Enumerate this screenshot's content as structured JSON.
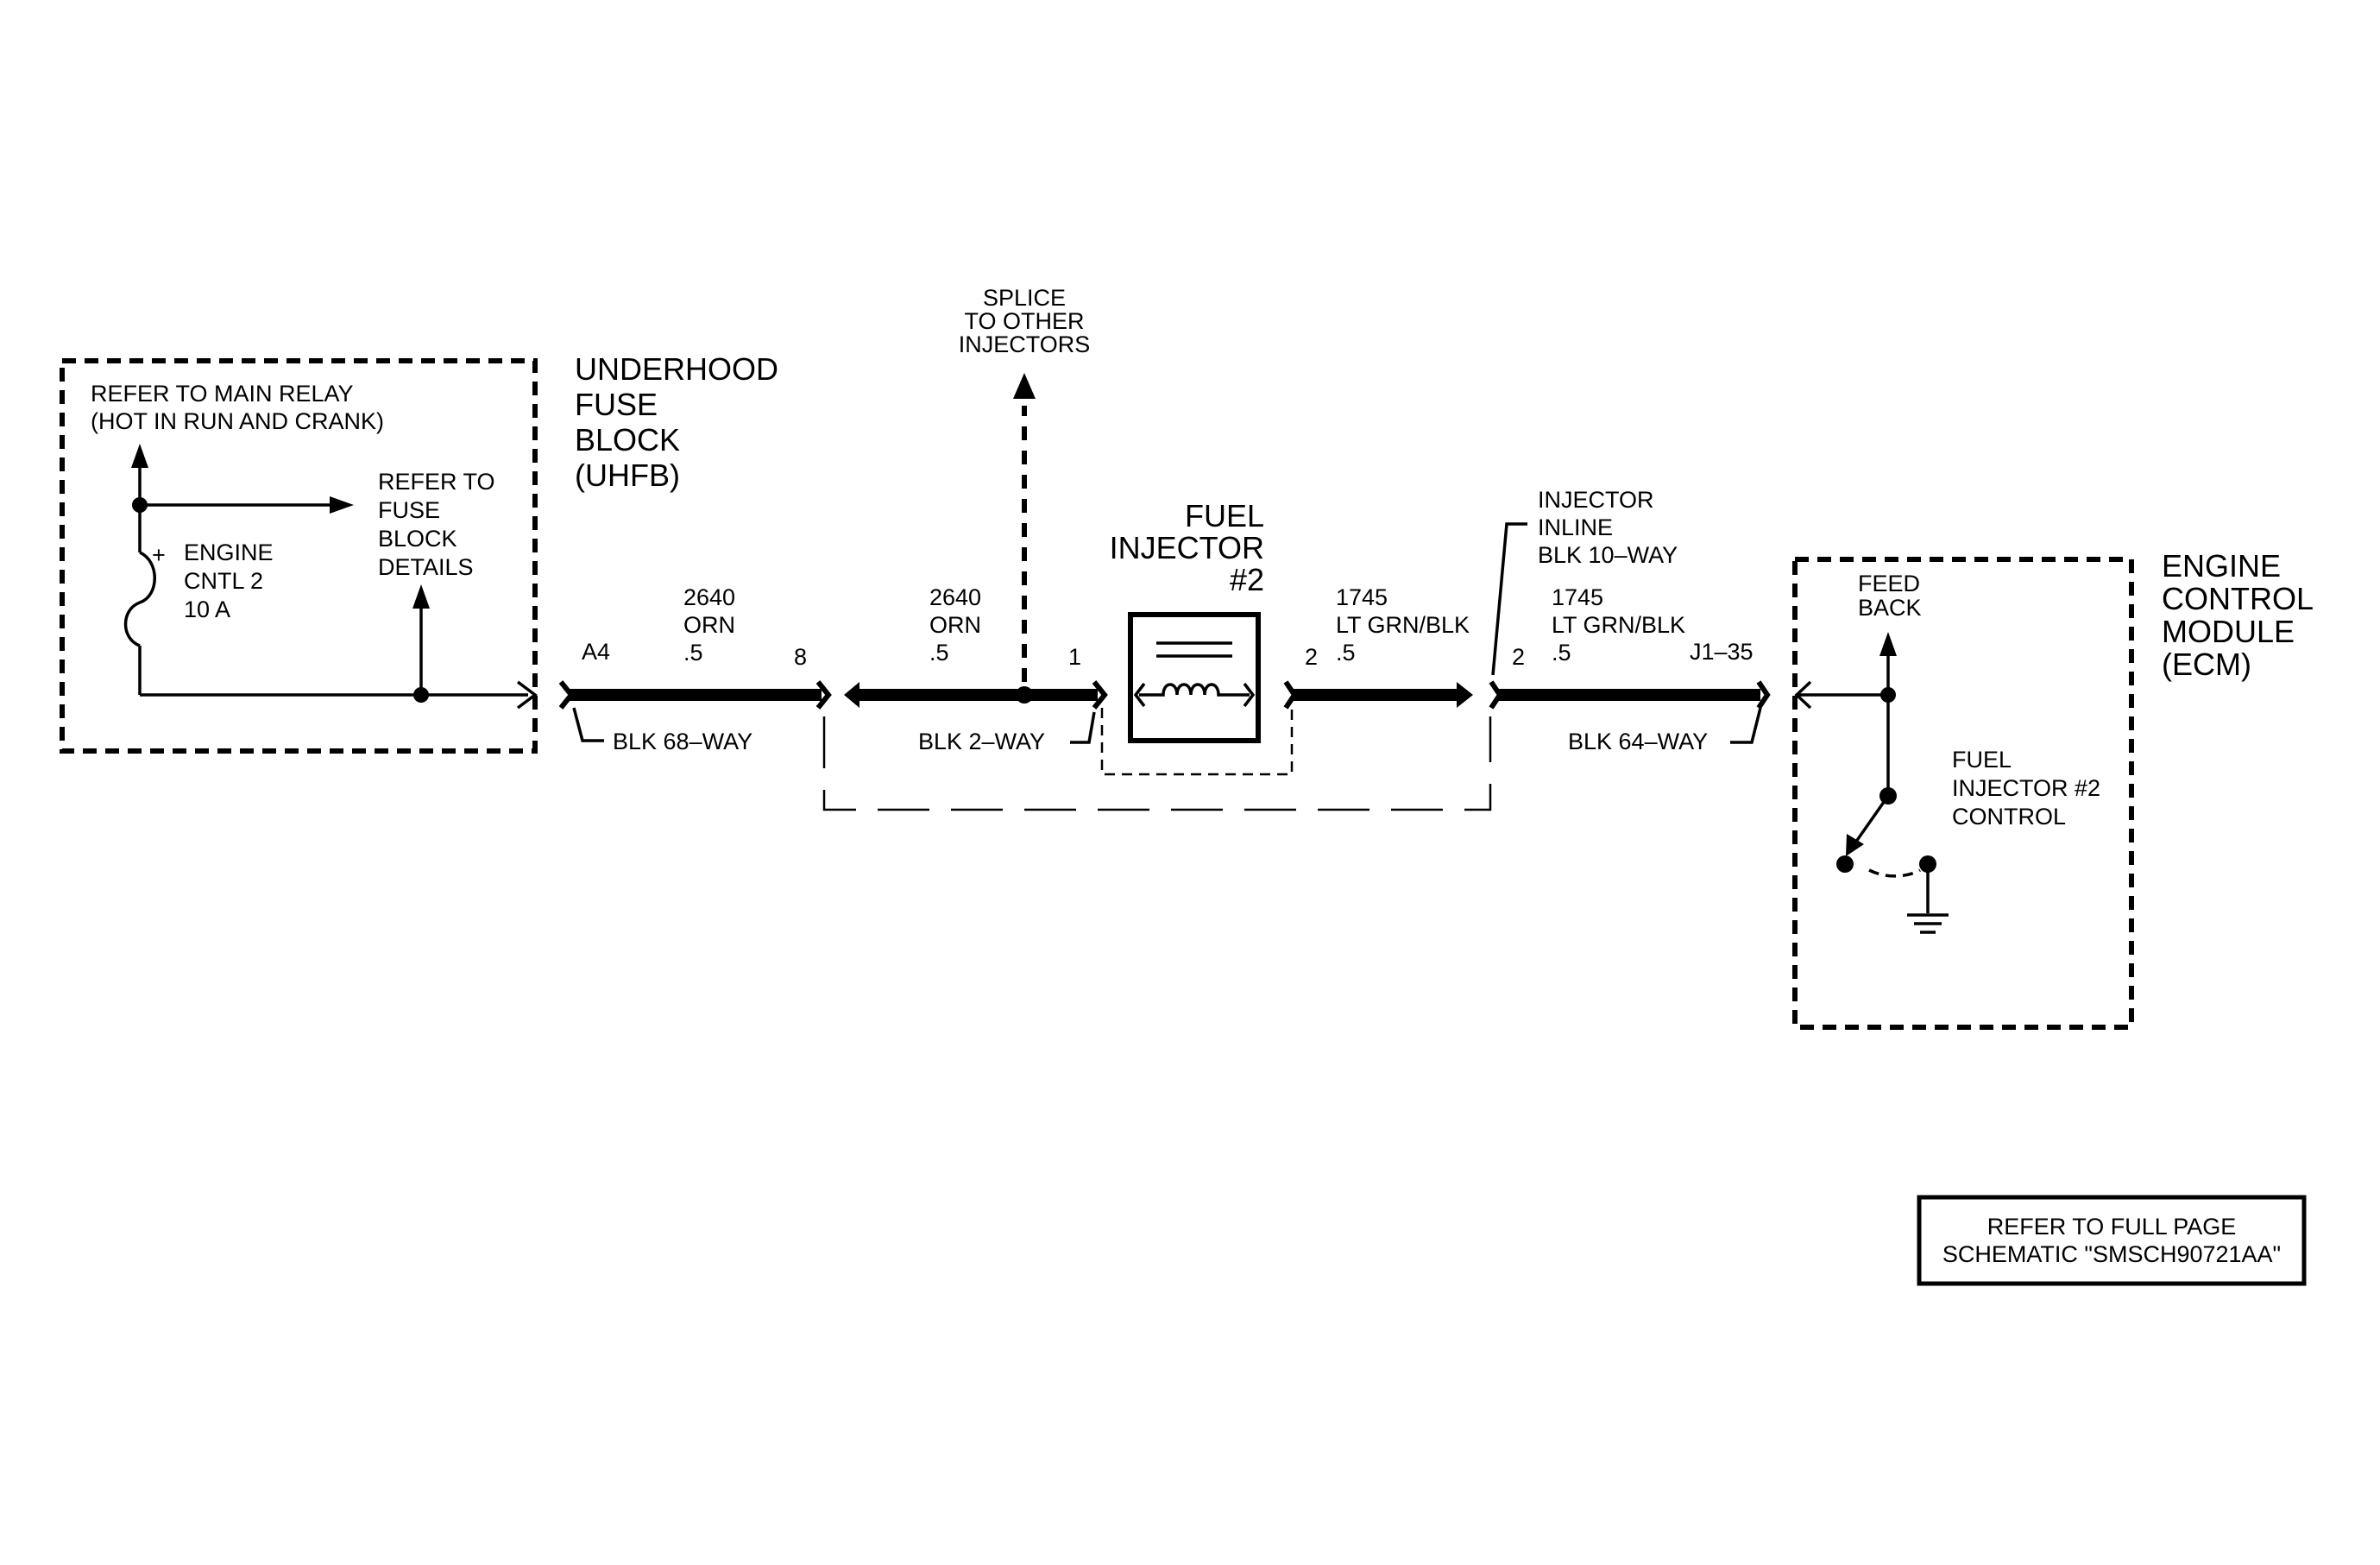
{
  "main_relay": {
    "line1": "REFER TO MAIN RELAY",
    "line2": "(HOT IN RUN AND CRANK)"
  },
  "fuse": {
    "plus": "+",
    "line1": "ENGINE",
    "line2": "CNTL 2",
    "line3": "10 A"
  },
  "fuse_block_ref": {
    "line1": "REFER TO",
    "line2": "FUSE",
    "line3": "BLOCK",
    "line4": "DETAILS"
  },
  "uhfb": {
    "line1": "UNDERHOOD",
    "line2": "FUSE",
    "line3": "BLOCK",
    "line4": "(UHFB)"
  },
  "splice": {
    "line1": "SPLICE",
    "line2": "TO OTHER",
    "line3": "INJECTORS"
  },
  "injector": {
    "line1": "FUEL",
    "line2": "INJECTOR",
    "line3": "#2"
  },
  "inline_connector": {
    "line1": "INJECTOR",
    "line2": "INLINE",
    "line3": "BLK 10–WAY"
  },
  "ecm": {
    "line1": "ENGINE",
    "line2": "CONTROL",
    "line3": "MODULE",
    "line4": "(ECM)",
    "feedback1": "FEED",
    "feedback2": "BACK",
    "control1": "FUEL",
    "control2": "INJECTOR #2",
    "control3": "CONTROL"
  },
  "wires": [
    {
      "circuit": "2640",
      "color": "ORN",
      "gauge": ".5"
    },
    {
      "circuit": "2640",
      "color": "ORN",
      "gauge": ".5"
    },
    {
      "circuit": "1745",
      "color": "LT GRN/BLK",
      "gauge": ".5"
    },
    {
      "circuit": "1745",
      "color": "LT GRN/BLK",
      "gauge": ".5"
    }
  ],
  "pins": {
    "a4": "A4",
    "p8": "8",
    "p1": "1",
    "p2a": "2",
    "p2b": "2",
    "j135": "J1–35"
  },
  "connectors": {
    "c68": "BLK 68–WAY",
    "c2": "BLK 2–WAY",
    "c64": "BLK 64–WAY"
  },
  "reference": {
    "line1": "REFER TO FULL PAGE",
    "line2": "SCHEMATIC \"SMSCH90721AA\""
  }
}
